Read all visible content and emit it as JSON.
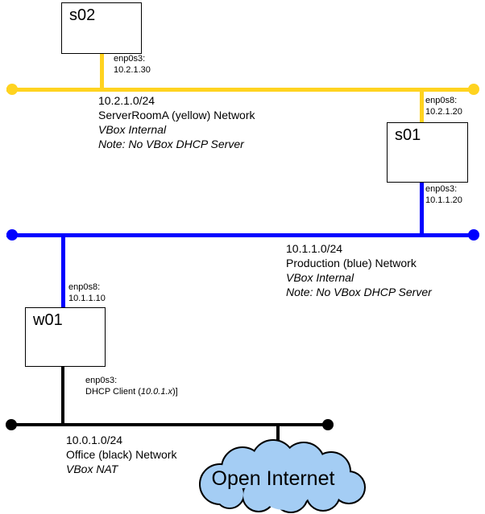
{
  "colors": {
    "yellow": "#FFD320",
    "blue": "#0000FF",
    "black": "#000000",
    "cloud_fill": "#A4CDF4",
    "cloud_stroke": "#000000"
  },
  "nodes": {
    "s02": {
      "label": "s02"
    },
    "s01": {
      "label": "s01"
    },
    "w01": {
      "label": "w01"
    }
  },
  "interfaces": {
    "s02_enp0s3": {
      "line1": "enp0s3:",
      "line2": "10.2.1.30"
    },
    "s01_enp0s8": {
      "line1": "enp0s8:",
      "line2": "10.2.1.20"
    },
    "s01_enp0s3": {
      "line1": "enp0s3:",
      "line2": "10.1.1.20"
    },
    "w01_enp0s8": {
      "line1": "enp0s8:",
      "line2": "10.1.1.10"
    },
    "w01_enp0s3": {
      "line1": "enp0s3:",
      "line2_prefix": "DHCP Client (",
      "line2_italic": "10.0.1.x",
      "line2_suffix": ")]"
    }
  },
  "networks": {
    "yellow": {
      "cidr": "10.2.1.0/24",
      "name": "ServerRoomA (yellow) Network",
      "type": "VBox Internal",
      "note": "Note: No VBox DHCP Server"
    },
    "blue": {
      "cidr": "10.1.1.0/24",
      "name": "Production (blue) Network",
      "type": "VBox Internal",
      "note": "Note: No VBox DHCP Server"
    },
    "black": {
      "cidr": "10.0.1.0/24",
      "name": "Office (black) Network",
      "type": "VBox NAT"
    }
  },
  "cloud": {
    "label": "Open Internet"
  }
}
